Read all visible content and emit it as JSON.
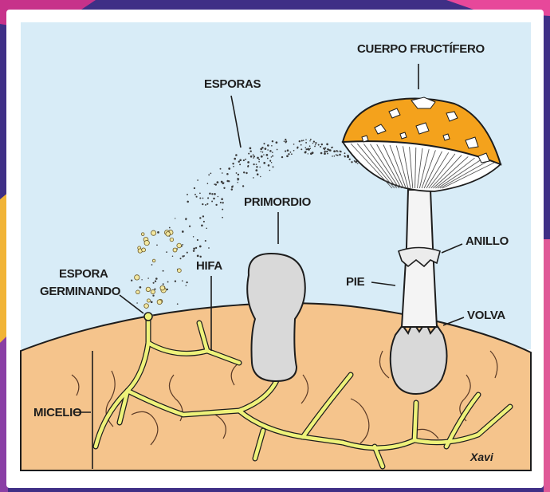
{
  "colors": {
    "frame_background": "#3f2f86",
    "sky": "#d8ecf7",
    "soil": "#f5c48c",
    "cap": "#f4a21c",
    "hypha": "#eef27a",
    "stem": "#f4f4f4",
    "primordium": "#d9d9d9"
  },
  "labels": {
    "spores": "ESPORAS",
    "fruiting_body": "CUERPO FRUCTÍFERO",
    "primordium": "PRIMORDIO",
    "germinating_spore_line1": "ESPORA",
    "germinating_spore_line2": "GERMINANDO",
    "hypha": "HIFA",
    "ring": "ANILLO",
    "stem": "PIE",
    "volva": "VOLVA",
    "mycelium": "MICELIO",
    "signature": "Xavi"
  }
}
